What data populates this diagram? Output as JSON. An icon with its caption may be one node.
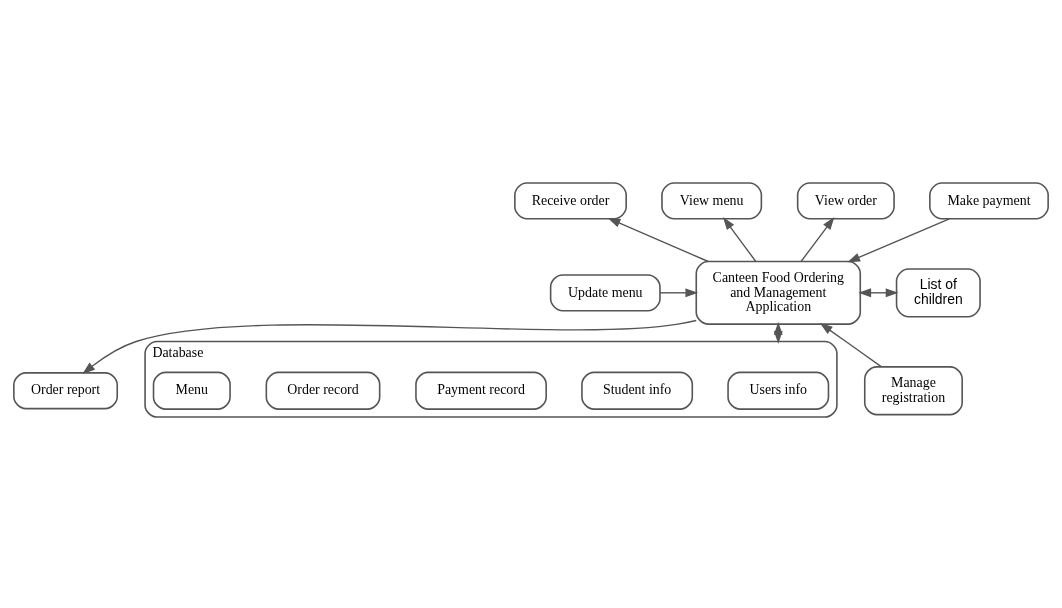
{
  "diagram": {
    "nodes": [
      {
        "text": [
          "Receive order"
        ]
      },
      {
        "text": [
          "View menu"
        ]
      },
      {
        "text": [
          "View order"
        ]
      },
      {
        "text": [
          "Make payment"
        ]
      },
      {
        "text": [
          "Update menu"
        ]
      },
      {
        "text": [
          "Canteen Food Ordering and Management Application"
        ]
      },
      {
        "text": [
          "List of children"
        ]
      },
      {
        "text": [
          "Order report"
        ]
      },
      {
        "text": [
          "Manage registration"
        ]
      },
      {
        "text": [
          "Database"
        ]
      },
      {
        "text": [
          "Users info"
        ],
        "in": 9
      },
      {
        "text": [
          "Student info"
        ],
        "in": 9
      },
      {
        "text": [
          "Payment record"
        ],
        "in": 9
      },
      {
        "text": [
          "Order record"
        ],
        "in": 9
      },
      {
        "text": [
          "Menu"
        ],
        "in": 9
      }
    ],
    "edges": [
      {
        "from": 5,
        "to": 0,
        "arrow": "to"
      },
      {
        "from": 5,
        "to": 1,
        "arrow": "to"
      },
      {
        "from": 5,
        "to": 2,
        "arrow": "to"
      },
      {
        "from": 3,
        "to": 5,
        "arrow": "to"
      },
      {
        "from": 4,
        "to": 5,
        "arrow": "to"
      },
      {
        "from": 5,
        "to": 6,
        "arrow": "both"
      },
      {
        "from": 5,
        "to": 7,
        "arrow": "to"
      },
      {
        "from": 8,
        "to": 5,
        "arrow": "to"
      },
      {
        "from": 5,
        "to": 9,
        "arrow": "both"
      }
    ]
  }
}
